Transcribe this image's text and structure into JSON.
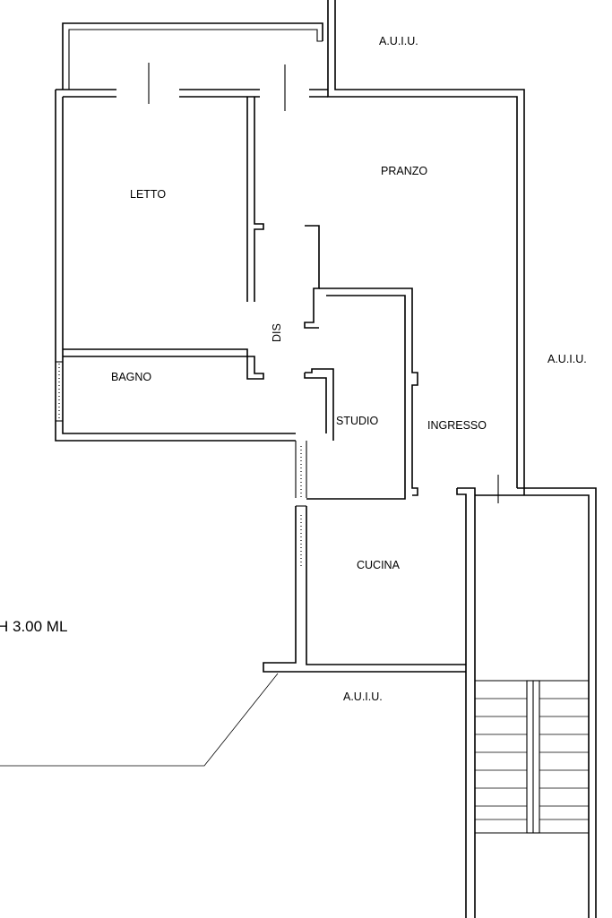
{
  "labels": {
    "auiu_top": "A.U.I.U.",
    "auiu_right": "A.U.I.U.",
    "auiu_bottom": "A.U.I.U.",
    "pranzo": "PRANZO",
    "letto": "LETTO",
    "dis": "DIS",
    "bagno": "BAGNO",
    "studio": "STUDIO",
    "ingresso": "INGRESSO",
    "cucina": "CUCINA",
    "height": "H 3.00 ML"
  }
}
